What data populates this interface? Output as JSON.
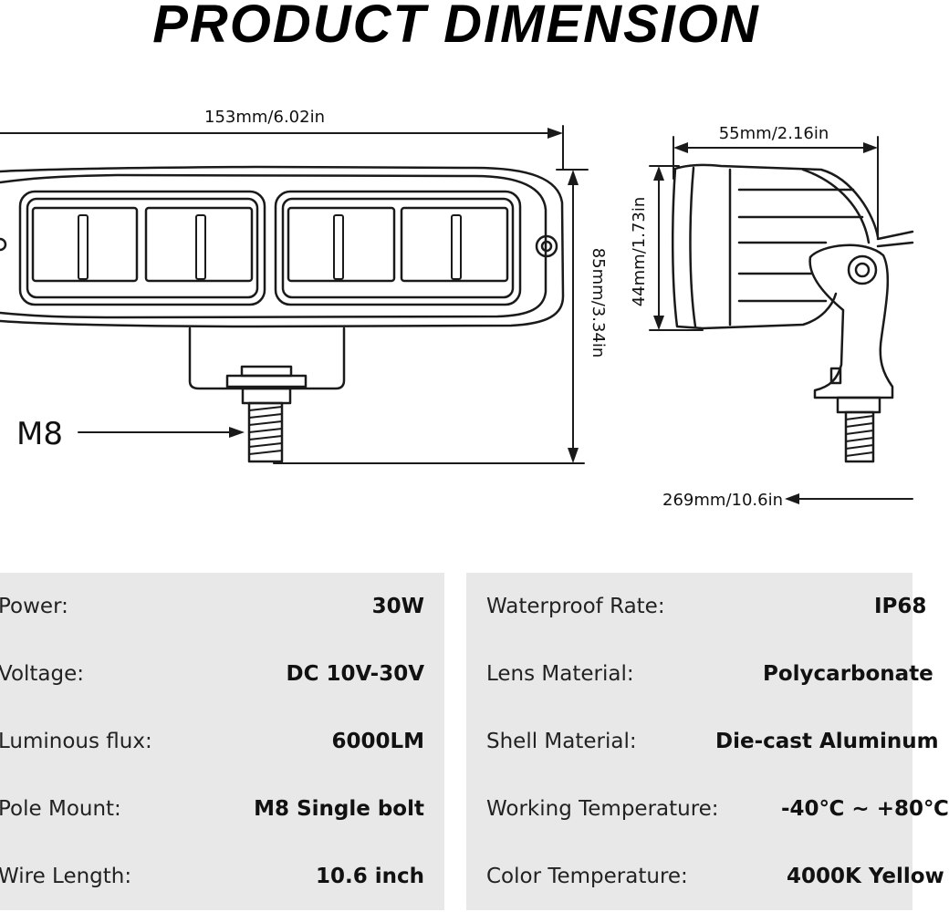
{
  "title": "PRODUCT DIMENSION",
  "dimensions": {
    "width": "153mm/6.02in",
    "height": "85mm/3.34in",
    "depth": "55mm/2.16in",
    "side_height": "44mm/1.73in",
    "wire": "269mm/10.6in",
    "bolt": "M8"
  },
  "specs_left": [
    {
      "label": "Power:",
      "value": "30W"
    },
    {
      "label": "Voltage:",
      "value": "DC 10V-30V"
    },
    {
      "label": "Luminous flux:",
      "value": "6000LM"
    },
    {
      "label": "Pole Mount:",
      "value": "M8 Single bolt"
    },
    {
      "label": "Wire Length:",
      "value": "10.6 inch"
    }
  ],
  "specs_right": [
    {
      "label": "Waterproof Rate:",
      "value": "IP68"
    },
    {
      "label": "Lens Material:",
      "value": "Polycarbonate"
    },
    {
      "label": "Shell Material:",
      "value": "Die-cast Aluminum"
    },
    {
      "label": "Working Temperature:",
      "value": "-40℃ ~ +80℃"
    },
    {
      "label": "Color Temperature:",
      "value": "4000K Yellow"
    }
  ],
  "colors": {
    "row_bg": "#e8e8e8",
    "line": "#1a1a1a"
  }
}
